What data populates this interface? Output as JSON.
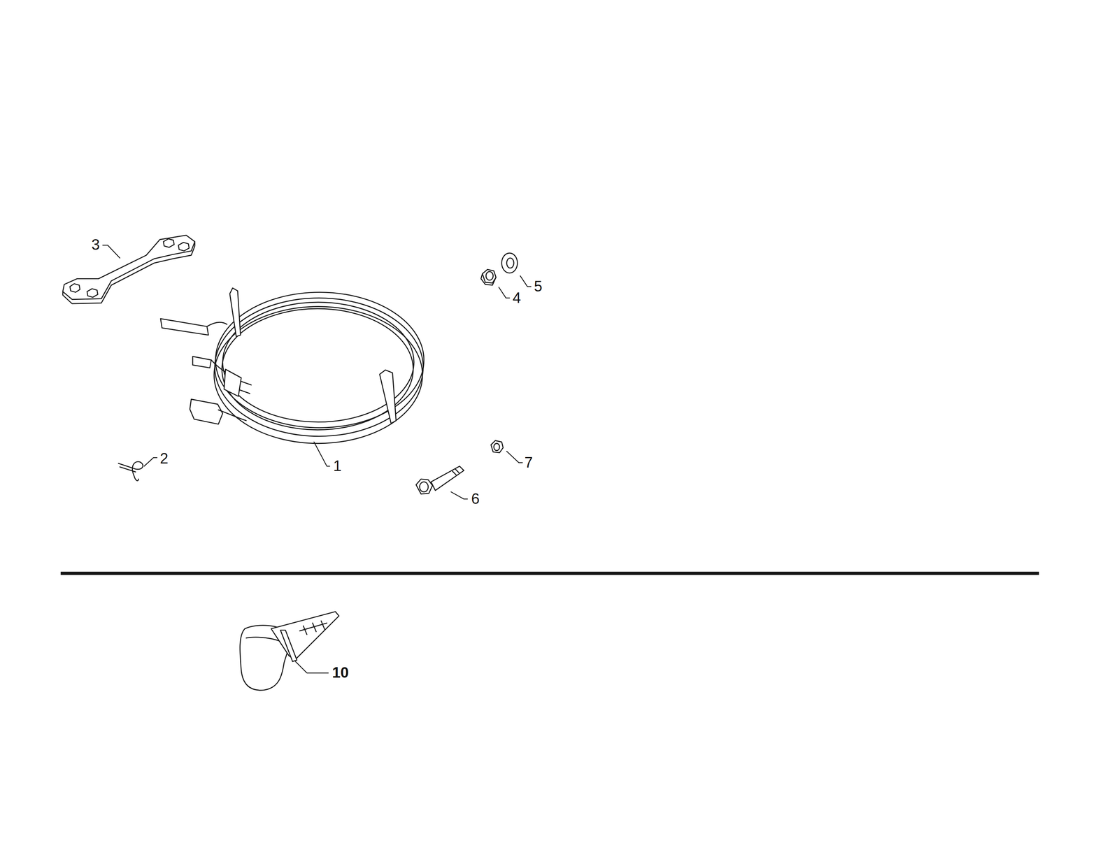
{
  "diagram": {
    "labels": [
      "3",
      "5",
      "4",
      "2",
      "1",
      "7",
      "6",
      "10"
    ]
  }
}
